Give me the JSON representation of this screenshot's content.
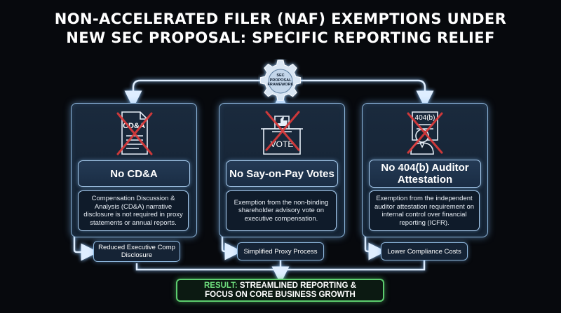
{
  "title": {
    "line1": "NON-ACCELERATED FILER (NAF) EXEMPTIONS UNDER",
    "line2": "NEW SEC PROPOSAL: SPECIFIC REPORTING RELIEF"
  },
  "hub": {
    "line1": "SEC",
    "line2": "PROPOSAL",
    "line3": "FRAMEWORK"
  },
  "cards": [
    {
      "icon": "crossed-out-cdna-document-icon",
      "icon_text": "CD&A",
      "heading": "No CD&A",
      "description": "Compensation Discussion & Analysis (CD&A) narrative disclosure is not required in proxy statements or annual reports.",
      "outcome": "Reduced Executive Comp Disclosure"
    },
    {
      "icon": "crossed-out-ballot-box-icon",
      "icon_text": "VOTE",
      "heading": "No Say-on-Pay Votes",
      "description": "Exemption from the non-binding shareholder advisory vote on executive compensation.",
      "outcome": "Simplified Proxy Process"
    },
    {
      "icon": "crossed-out-auditor-icon",
      "icon_text": "404(b)",
      "heading": "No 404(b) Auditor Attestation",
      "description": "Exemption from the independent auditor attestation requirement on internal control over financial reporting (ICFR).",
      "outcome": "Lower Compliance Costs"
    }
  ],
  "result": {
    "prefix": "RESULT:",
    "line1": "STREAMLINED REPORTING &",
    "line2": "FOCUS ON CORE BUSINESS GROWTH"
  },
  "colors": {
    "background": "#07090d",
    "card_border": "#8fb8de",
    "result_accent": "#5ccd6e",
    "cross": "#e03a3a"
  }
}
